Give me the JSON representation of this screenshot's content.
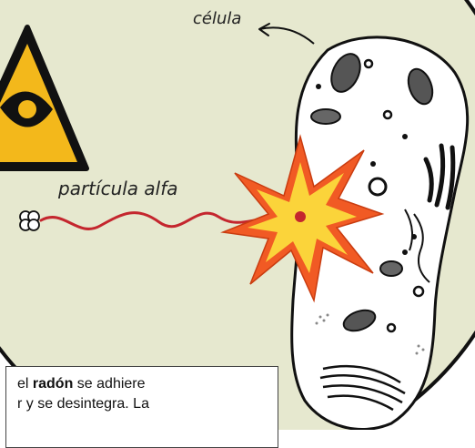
{
  "labels": {
    "cell": "célula",
    "alpha": "partícula alfa"
  },
  "caption": {
    "line1_pre": "el ",
    "line1_bold": "radón",
    "line1_post": " se adhiere",
    "line2": "r y se desintegra. La"
  },
  "colors": {
    "background_circle": "#e6e8cf",
    "circle_border": "#111111",
    "warning_yellow": "#f3b81b",
    "wave_red": "#c4262e",
    "burst_outer": "#f15a24",
    "burst_inner": "#fbd43a",
    "cell_fill": "#ffffff"
  },
  "icons": [
    "warning-sign-icon",
    "atom-nucleus-icon",
    "explosion-burst-icon",
    "arrow-icon"
  ]
}
